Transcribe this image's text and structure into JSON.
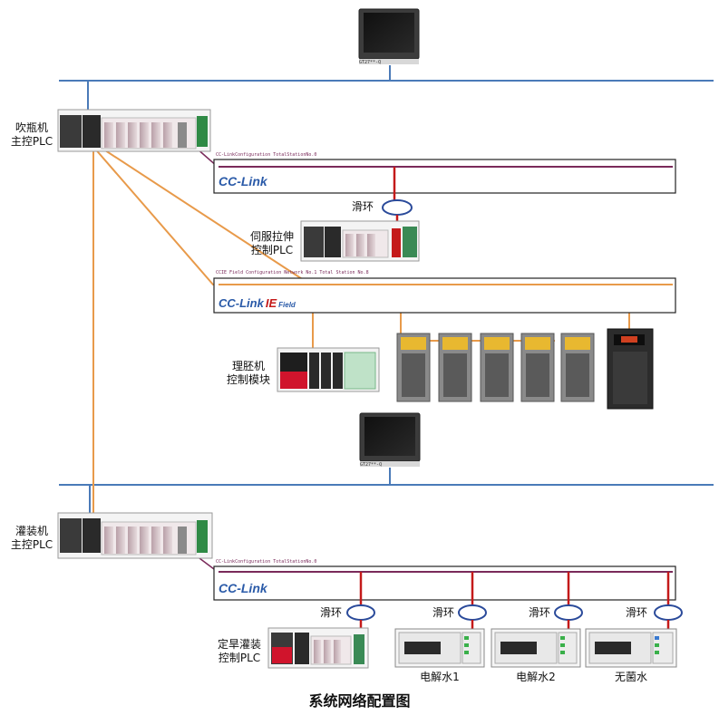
{
  "devices": {
    "blow_plc": {
      "label1": "吹瓶机",
      "label2": "主控PLC"
    },
    "servo_plc": {
      "label1": "伺服拉伸",
      "label2": "控制PLC"
    },
    "preform_module": {
      "label1": "理胚机",
      "label2": "控制模块"
    },
    "filling_plc": {
      "label1": "灌装机",
      "label2": "主控PLC"
    },
    "cap_plc": {
      "label1": "定旱灌装",
      "label2": "控制PLC"
    },
    "hmi_top": {
      "model": "GT27**-Q"
    },
    "hmi_mid": {
      "model": "GT27**-Q"
    }
  },
  "slip_ring_label": "滑环",
  "networks": {
    "cclink_top": {
      "caption": "CC-LinkConfiguration TotalStationNo.0",
      "logo": "CC-Link"
    },
    "ccief": {
      "caption": "CCIE Field Configuration Network No.1 Total Station No.8",
      "logo_a": "CC-Link",
      "logo_b": "IE",
      "logo_c": "Field"
    },
    "cclink_bottom": {
      "caption": "CC-LinkConfiguration TotalStationNo.0",
      "logo": "CC-Link"
    }
  },
  "water_units": [
    {
      "label": "电解水1"
    },
    {
      "label": "电解水2"
    },
    {
      "label": "无菌水"
    }
  ],
  "caption": "系统网络配置图",
  "colors": {
    "ethernet": "#4a7ab8",
    "orange_cable": "#e89a4a",
    "cclink_line": "#7a2a5a",
    "red_drop": "#c41a1a",
    "slip_ring": "#2a4a9a"
  }
}
